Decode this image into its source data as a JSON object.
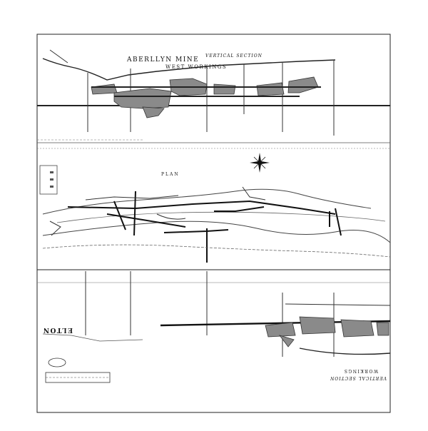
{
  "map": {
    "title": "ABERLLYN MINE",
    "title_suffix": "VERTICAL SECTION",
    "subtitle": "WEST WORKINGS",
    "plan_label": "PLAN",
    "mirrored_label": "ELTON",
    "mirrored_title": "VERTICAL SECTION",
    "mirrored_subtitle": "WORKINGS",
    "colors": {
      "ink": "#111111",
      "shading": "#8a8a8a",
      "paper": "#ffffff"
    },
    "icons": [
      "compass-rose-icon"
    ]
  }
}
